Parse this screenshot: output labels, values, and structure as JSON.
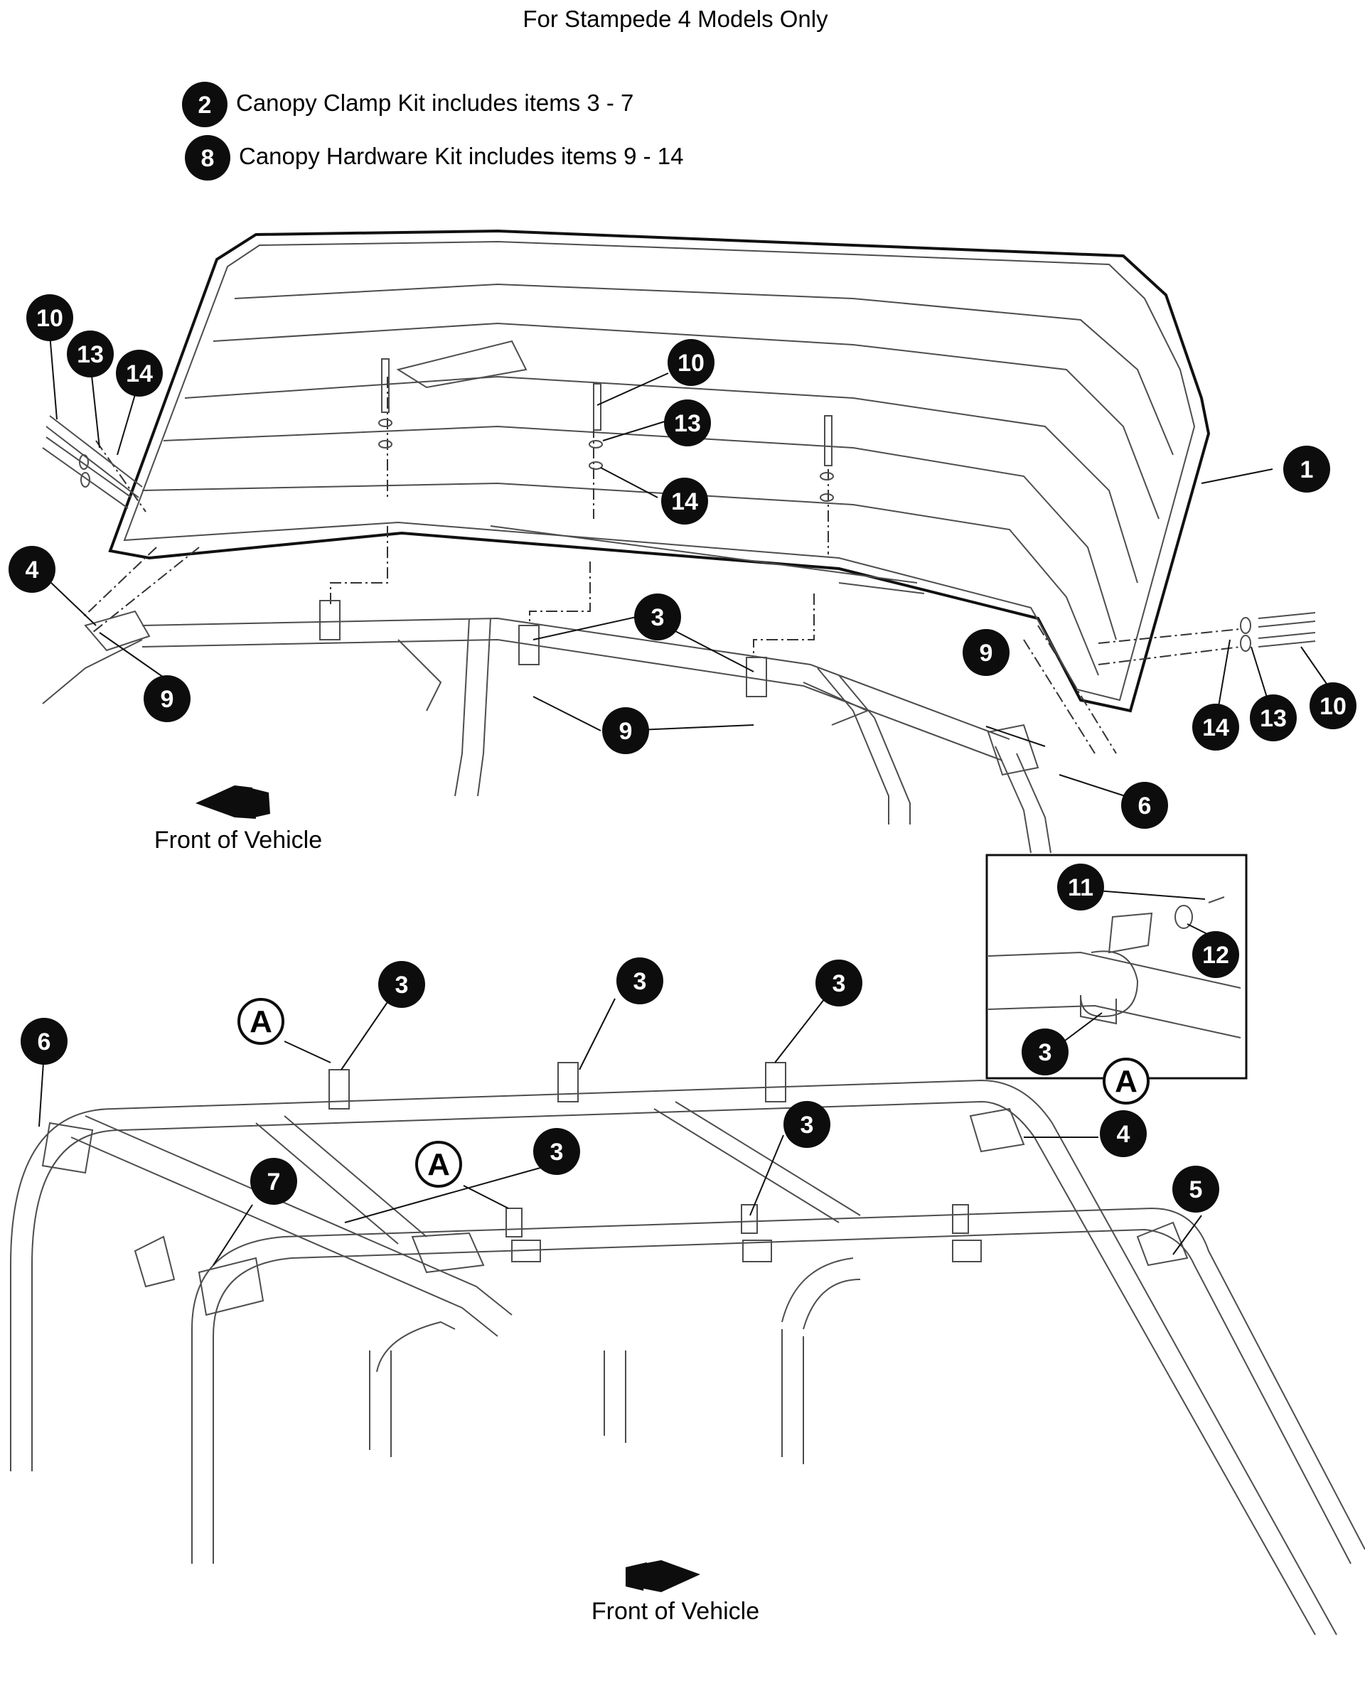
{
  "header": {
    "title": "For Stampede 4 Models Only"
  },
  "kit_notes": [
    {
      "number": "2",
      "text": "Canopy Clamp Kit includes items 3 - 7"
    },
    {
      "number": "8",
      "text": "Canopy Hardware Kit includes items 9 - 14"
    }
  ],
  "direction_labels": {
    "top": "Front of Vehicle",
    "bottom": "Front of Vehicle"
  },
  "callouts_top": [
    "10",
    "13",
    "14",
    "10",
    "13",
    "14",
    "1",
    "4",
    "3",
    "9",
    "9",
    "9",
    "6",
    "14",
    "13",
    "10"
  ],
  "callouts_detail": [
    "11",
    "12",
    "3"
  ],
  "callouts_bottom": [
    "3",
    "3",
    "3",
    "6",
    "3",
    "3",
    "7",
    "4",
    "5"
  ],
  "detail_refs": [
    "A",
    "A",
    "A"
  ],
  "colors": {
    "callout_fill": "#0d0d0d",
    "callout_text": "#ffffff",
    "line": "#4d4d4d"
  }
}
